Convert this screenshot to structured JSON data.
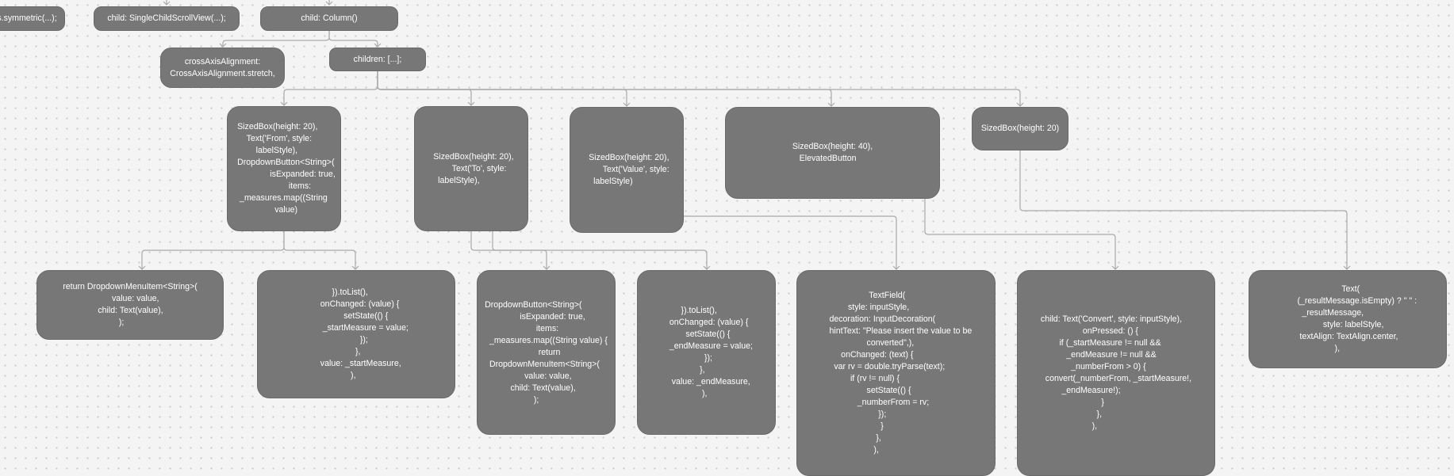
{
  "diagram": {
    "nodes": {
      "symmetric": "s.symmetric(...);",
      "single_child_scroll_view": "child: SingleChildScrollView(...);",
      "column": "child: Column()",
      "cross_axis_alignment": "crossAxisAlignment:\nCrossAxisAlignment.stretch,",
      "children": "children: [...];",
      "from_block": "  SizedBox(height: 20),\n      Text('From', style:\n          labelStyle),\n  DropdownButton<String>(\n                isExpanded: true,\n                        items:\n   _measures.map((String\n                  value)",
      "to_block": "  SizedBox(height: 20),\n          Text('To', style:\n    labelStyle),",
      "value_block": "  SizedBox(height: 20),\n        Text('Value', style:\n    labelStyle)",
      "elevated_block": "SizedBox(height: 40),\n   ElevatedButton",
      "sizedbox20": "SizedBox(height: 20)",
      "from_item": "return DropdownMenuItem<String>(\n                     value: value,\n               child: Text(value),\n                        );",
      "from_onchanged": "            }).toList(),\n       onChanged: (value) {\n                 setState(() {\n        _startMeasure = value;\n                        });\n                      },\n       value: _startMeasure,\n                    ),",
      "to_dropdown": "DropdownButton<String>(\n               isExpanded: true,\n                      items:\n  _measures.map((String value) {\n                       return\n  DropdownMenuItem<String>(\n                 value: value,\n           child: Text(value),\n                     );",
      "to_onchanged": "         }).toList(),\n    onChanged: (value) {\n           setState(() {\n    _endMeasure = value;\n                   });\n                 },\n     value: _endMeasure,\n                  ),",
      "textfield": "                     TextField(\n            style: inputStyle,\n    decoration: InputDecoration(\n    hintText: \"Please insert the value to be\n                    converted\",),\n         onChanged: (text) {\n      var rv = double.tryParse(text);\n             if (rv != null) {\n                    setState(() {\n                _numberFrom = rv;\n                         });\n                          }\n                        },\n                       ),",
      "convert_button": "child: Text('Convert', style: inputStyle),\n                  onPressed: () {\n        if (_startMeasure != null &&\n           _endMeasure != null &&\n             _numberFrom > 0) {\n  convert(_numberFrom, _startMeasure!,\n         _endMeasure!);\n                          }\n                        },\n                      ),",
      "result_text": "                           Text(\n        (_resultMessage.isEmpty) ? \" \" :\n          _resultMessage,\n                   style: labelStyle,\n         textAlign: TextAlign.center,\n                        ),"
    }
  }
}
